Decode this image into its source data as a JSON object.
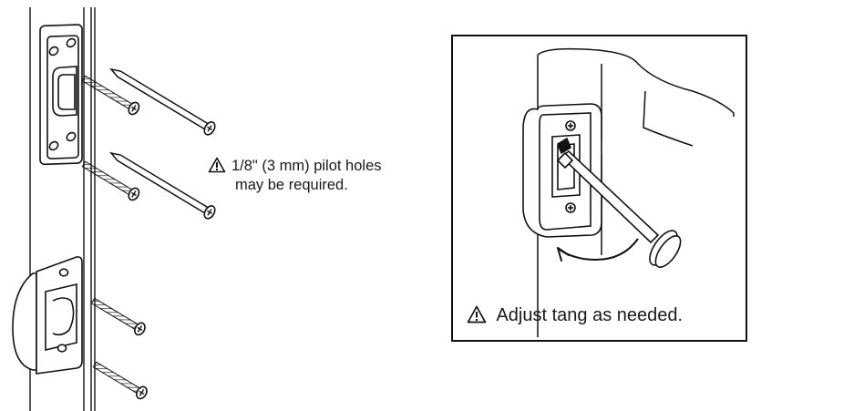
{
  "notes": {
    "pilot_line1": "1/8\" (3 mm) pilot holes",
    "pilot_line2": "may be required.",
    "tang": "Adjust tang as needed."
  },
  "icons": {
    "warning": "warning-triangle-icon",
    "rotate": "curved-arrow-icon"
  },
  "colors": {
    "line": "#111111",
    "background": "#ffffff"
  }
}
